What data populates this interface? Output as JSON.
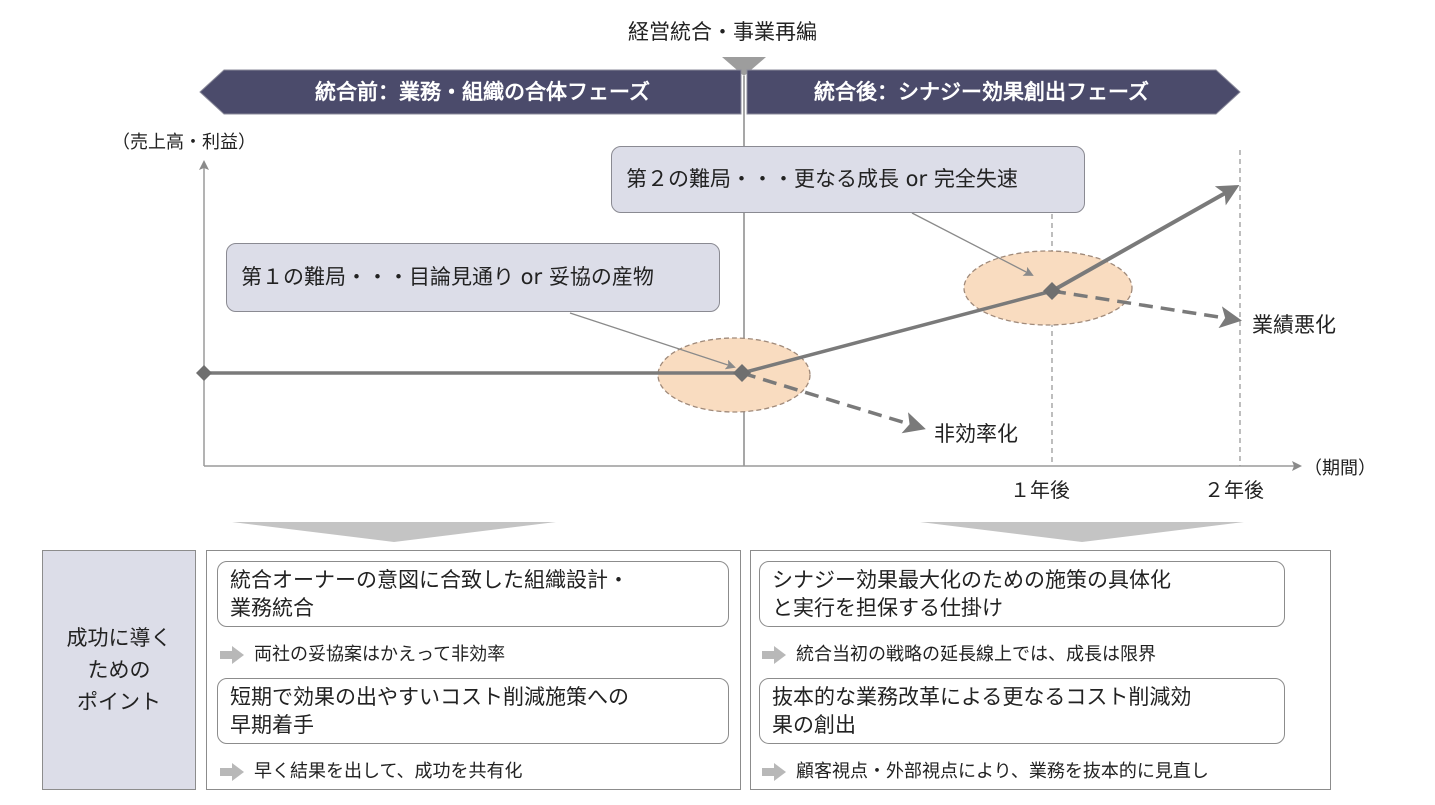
{
  "header": {
    "title": "経営統合・事業再編"
  },
  "phases": {
    "before": "統合前：業務・組織の合体フェーズ",
    "after": "統合後：シナジー効果創出フェーズ"
  },
  "axes": {
    "y_label": "（売上高・利益）",
    "x_label": "（期間）",
    "tick_1": "１年後",
    "tick_2": "２年後"
  },
  "callouts": {
    "first": "第１の難局・・・目論見通り or 妥協の産物",
    "second": "第２の難局・・・更なる成長 or 完全失速"
  },
  "outcomes": {
    "inefficiency": "非効率化",
    "decline": "業績悪化"
  },
  "points": {
    "side_title_lines": [
      "成功に導く",
      "ための",
      "ポイント"
    ],
    "left": [
      {
        "title_lines": [
          "統合オーナーの意図に合致した組織設計・",
          "業務統合"
        ],
        "note": "両社の妥協案はかえって非効率"
      },
      {
        "title_lines": [
          "短期で効果の出やすいコスト削減施策への",
          "早期着手"
        ],
        "note": "早く結果を出して、成功を共有化"
      }
    ],
    "right": [
      {
        "title_lines": [
          "シナジー効果最大化のための施策の具体化",
          "と実行を担保する仕掛け"
        ],
        "note": "統合当初の戦略の延長線上では、成長は限界"
      },
      {
        "title_lines": [
          "抜本的な業務改革による更なるコスト削減効",
          "果の創出"
        ],
        "note": "顧客視点・外部視点により、業務を抜本的に見直し"
      }
    ]
  },
  "colors": {
    "phase_fill": "#4b4b6b",
    "callout_fill": "#dcdde8",
    "ellipse_fill": "#f9dcc0",
    "line": "#7a7a7a"
  }
}
